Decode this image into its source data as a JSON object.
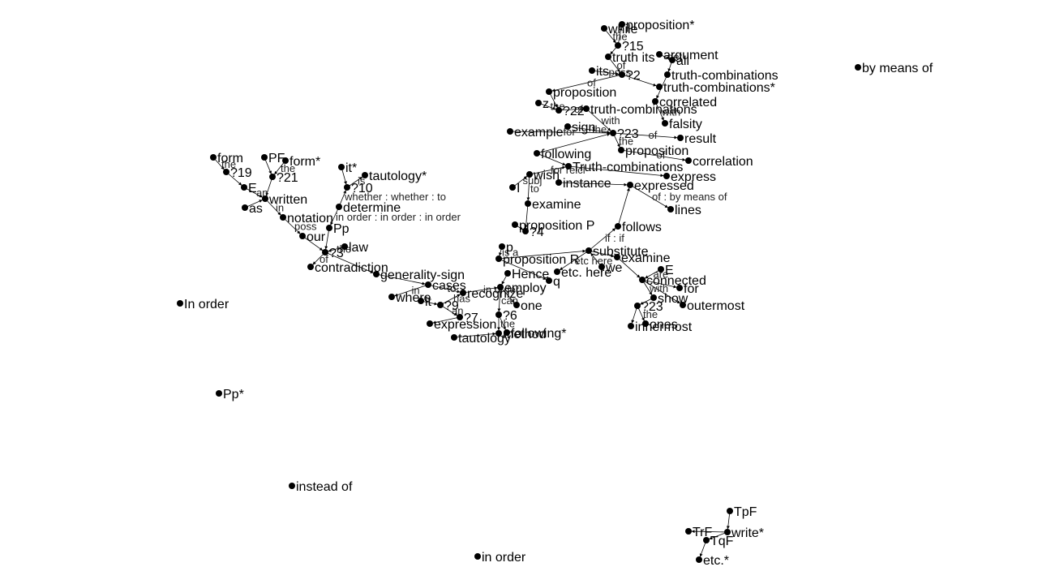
{
  "nodes": [
    {
      "id": "proposition_star",
      "label": "proposition*"
    },
    {
      "id": "while",
      "label": "while"
    },
    {
      "id": "q15",
      "label": "?15"
    },
    {
      "id": "truth_its",
      "label": "truth its"
    },
    {
      "id": "argument",
      "label": "argument"
    },
    {
      "id": "all",
      "label": "all"
    },
    {
      "id": "its",
      "label": "its"
    },
    {
      "id": "q2",
      "label": "?2"
    },
    {
      "id": "truth_combinations_a",
      "label": "truth-combinations"
    },
    {
      "id": "truth_combinations_star",
      "label": "truth-combinations*"
    },
    {
      "id": "proposition_a",
      "label": "proposition"
    },
    {
      "id": "correlated",
      "label": "correlated"
    },
    {
      "id": "z",
      "label": "z"
    },
    {
      "id": "q22",
      "label": "?22"
    },
    {
      "id": "truth_combinations_b",
      "label": "truth-combinations"
    },
    {
      "id": "falsity",
      "label": "falsity"
    },
    {
      "id": "example",
      "label": "example"
    },
    {
      "id": "sign",
      "label": "sign"
    },
    {
      "id": "q23a",
      "label": "?23"
    },
    {
      "id": "result",
      "label": "result"
    },
    {
      "id": "following",
      "label": "following"
    },
    {
      "id": "proposition_b",
      "label": "proposition"
    },
    {
      "id": "correlation",
      "label": "correlation"
    },
    {
      "id": "truth_combinations_c",
      "label": "Truth-combinations"
    },
    {
      "id": "express",
      "label": "express"
    },
    {
      "id": "wish",
      "label": "wish"
    },
    {
      "id": "instance",
      "label": "instance"
    },
    {
      "id": "expressed",
      "label": "expressed"
    },
    {
      "id": "i",
      "label": "I"
    },
    {
      "id": "examine_a",
      "label": "examine"
    },
    {
      "id": "lines",
      "label": "lines"
    },
    {
      "id": "by_means_of",
      "label": "by means of"
    },
    {
      "id": "form",
      "label": "form"
    },
    {
      "id": "pf",
      "label": "PF"
    },
    {
      "id": "form_star",
      "label": "form*"
    },
    {
      "id": "q19",
      "label": "?19"
    },
    {
      "id": "q21",
      "label": "?21"
    },
    {
      "id": "it_star",
      "label": "it*"
    },
    {
      "id": "tautology_star",
      "label": "tautology*"
    },
    {
      "id": "e_a",
      "label": "E"
    },
    {
      "id": "q10",
      "label": "?10"
    },
    {
      "id": "as",
      "label": "as"
    },
    {
      "id": "written",
      "label": "written"
    },
    {
      "id": "determine",
      "label": "determine"
    },
    {
      "id": "notation",
      "label": "notation"
    },
    {
      "id": "our",
      "label": "our"
    },
    {
      "id": "pp",
      "label": "Pp"
    },
    {
      "id": "law",
      "label": "law"
    },
    {
      "id": "q3",
      "label": "?3"
    },
    {
      "id": "contradiction",
      "label": "contradiction"
    },
    {
      "id": "generality_sign",
      "label": "generality-sign"
    },
    {
      "id": "proposition_p",
      "label": "proposition P"
    },
    {
      "id": "q4",
      "label": "?4"
    },
    {
      "id": "follows",
      "label": "follows"
    },
    {
      "id": "p",
      "label": "p"
    },
    {
      "id": "proposition_r",
      "label": "proposition R"
    },
    {
      "id": "substitute",
      "label": "substitute"
    },
    {
      "id": "examine_b",
      "label": "examine"
    },
    {
      "id": "we",
      "label": "we"
    },
    {
      "id": "etc_here",
      "label": "etc. here"
    },
    {
      "id": "hence",
      "label": "Hence"
    },
    {
      "id": "q",
      "label": "q"
    },
    {
      "id": "e_b",
      "label": "E"
    },
    {
      "id": "connected",
      "label": "connected"
    },
    {
      "id": "for",
      "label": "for"
    },
    {
      "id": "cases",
      "label": "cases"
    },
    {
      "id": "recognize",
      "label": "recognize"
    },
    {
      "id": "employ",
      "label": "employ"
    },
    {
      "id": "where",
      "label": "where"
    },
    {
      "id": "it",
      "label": "it"
    },
    {
      "id": "q9",
      "label": "?9"
    },
    {
      "id": "show",
      "label": "show"
    },
    {
      "id": "outermost",
      "label": "outermost"
    },
    {
      "id": "one",
      "label": "one"
    },
    {
      "id": "q23b",
      "label": "?23"
    },
    {
      "id": "q6",
      "label": "?6"
    },
    {
      "id": "q7",
      "label": "?7"
    },
    {
      "id": "ones",
      "label": "ones"
    },
    {
      "id": "innermost",
      "label": "innermost"
    },
    {
      "id": "expression",
      "label": "expression"
    },
    {
      "id": "method",
      "label": "method"
    },
    {
      "id": "following_star",
      "label": "following*"
    },
    {
      "id": "tautology",
      "label": "tautology"
    },
    {
      "id": "in_order_a",
      "label": "In order"
    },
    {
      "id": "pp_star",
      "label": "Pp*"
    },
    {
      "id": "instead_of",
      "label": "instead of"
    },
    {
      "id": "tpf",
      "label": "TpF"
    },
    {
      "id": "trf",
      "label": "TrF"
    },
    {
      "id": "write_star",
      "label": "write*"
    },
    {
      "id": "tqf",
      "label": "TqF"
    },
    {
      "id": "etc_star",
      "label": "etc.*"
    },
    {
      "id": "in_order_b",
      "label": "in order"
    }
  ],
  "edges": [
    {
      "source": "while",
      "target": "q15",
      "label": "the"
    },
    {
      "source": "q15",
      "target": "proposition_star",
      "label": ""
    },
    {
      "source": "q15",
      "target": "truth_its",
      "label": ""
    },
    {
      "source": "truth_its",
      "target": "q2",
      "label": "of"
    },
    {
      "source": "its",
      "target": "q2",
      "label": "poss"
    },
    {
      "source": "argument",
      "target": "all",
      "label": "det"
    },
    {
      "source": "all",
      "target": "truth_combinations_a",
      "label": ""
    },
    {
      "source": "q2",
      "target": "truth_combinations_star",
      "label": ""
    },
    {
      "source": "q2",
      "target": "proposition_a",
      "label": "of"
    },
    {
      "source": "truth_combinations_a",
      "target": "correlated",
      "label": ""
    },
    {
      "source": "z",
      "target": "q22",
      "label": "the"
    },
    {
      "source": "proposition_a",
      "target": "q22",
      "label": ""
    },
    {
      "source": "q22",
      "target": "truth_combinations_b",
      "label": "of"
    },
    {
      "source": "truth_combinations_b",
      "target": "q23a",
      "label": "with"
    },
    {
      "source": "correlated",
      "target": "falsity",
      "label": "with"
    },
    {
      "source": "example",
      "target": "q23a",
      "label": "for"
    },
    {
      "source": "sign",
      "target": "q23a",
      "label": "the"
    },
    {
      "source": "q23a",
      "target": "result",
      "label": "of"
    },
    {
      "source": "q23a",
      "target": "proposition_b",
      "label": "the"
    },
    {
      "source": "following",
      "target": "q23a",
      "label": ""
    },
    {
      "source": "proposition_b",
      "target": "correlation",
      "label": "of"
    },
    {
      "source": "following",
      "target": "truth_combinations_c",
      "label": ""
    },
    {
      "source": "truth_combinations_c",
      "target": "express",
      "label": ""
    },
    {
      "source": "wish",
      "target": "truth_combinations_c",
      "label": "for reicl"
    },
    {
      "source": "i",
      "target": "wish",
      "label": "subj"
    },
    {
      "source": "wish",
      "target": "examine_a",
      "label": "to"
    },
    {
      "source": "instance",
      "target": "expressed",
      "label": ""
    },
    {
      "source": "expressed",
      "target": "lines",
      "label": "of : by means of"
    },
    {
      "source": "examine_a",
      "target": "q4",
      "label": ""
    },
    {
      "source": "proposition_p",
      "target": "q4",
      "label": ""
    },
    {
      "source": "form",
      "target": "q19",
      "label": "the"
    },
    {
      "source": "q19",
      "target": "e_a",
      "label": ""
    },
    {
      "source": "pf",
      "target": "q21",
      "label": ""
    },
    {
      "source": "form_star",
      "target": "q21",
      "label": "the"
    },
    {
      "source": "q21",
      "target": "written",
      "label": ""
    },
    {
      "source": "e_a",
      "target": "written",
      "label": "an"
    },
    {
      "source": "as",
      "target": "written",
      "label": ""
    },
    {
      "source": "written",
      "target": "notation",
      "label": "in"
    },
    {
      "source": "it_star",
      "target": "q10",
      "label": ""
    },
    {
      "source": "q10",
      "target": "tautology_star",
      "label": "is"
    },
    {
      "source": "determine",
      "target": "q10",
      "label": "whether : whether : to"
    },
    {
      "source": "notation",
      "target": "our",
      "label": "poss"
    },
    {
      "source": "determine",
      "target": "pp",
      "label": "in order : in order : in order"
    },
    {
      "source": "our",
      "target": "q3",
      "label": ""
    },
    {
      "source": "pp",
      "target": "q3",
      "label": ""
    },
    {
      "source": "law",
      "target": "q3",
      "label": "the"
    },
    {
      "source": "q3",
      "target": "contradiction",
      "label": "of"
    },
    {
      "source": "q3",
      "target": "generality_sign",
      "label": ""
    },
    {
      "source": "generality_sign",
      "target": "cases",
      "label": ""
    },
    {
      "source": "cases",
      "target": "where",
      "label": "in"
    },
    {
      "source": "cases",
      "target": "recognize",
      "label": "to"
    },
    {
      "source": "recognize",
      "target": "employ",
      "label": "in order"
    },
    {
      "source": "it",
      "target": "q9",
      "label": ""
    },
    {
      "source": "q9",
      "target": "recognize",
      "label": "has"
    },
    {
      "source": "q9",
      "target": "q7",
      "label": "an"
    },
    {
      "source": "q7",
      "target": "expression",
      "label": ""
    },
    {
      "source": "employ",
      "target": "q6",
      "label": "can"
    },
    {
      "source": "q6",
      "target": "method",
      "label": "the"
    },
    {
      "source": "q6",
      "target": "following_star",
      "label": ""
    },
    {
      "source": "tautology",
      "target": "method",
      "label": ""
    },
    {
      "source": "employ",
      "target": "one",
      "label": ""
    },
    {
      "source": "hence",
      "target": "employ",
      "label": ""
    },
    {
      "source": "p",
      "target": "proposition_r",
      "label": "is a"
    },
    {
      "source": "proposition_r",
      "target": "q",
      "label": ""
    },
    {
      "source": "proposition_r",
      "target": "substitute",
      "label": ""
    },
    {
      "source": "substitute",
      "target": "follows",
      "label": "if : if"
    },
    {
      "source": "follows",
      "target": "expressed",
      "label": ""
    },
    {
      "source": "substitute",
      "target": "etc_here",
      "label": "etc here"
    },
    {
      "source": "we",
      "target": "substitute",
      "label": ""
    },
    {
      "source": "substitute",
      "target": "examine_b",
      "label": ""
    },
    {
      "source": "examine_b",
      "target": "connected",
      "label": ""
    },
    {
      "source": "e_b",
      "target": "connected",
      "label": "are"
    },
    {
      "source": "connected",
      "target": "for",
      "label": ""
    },
    {
      "source": "connected",
      "target": "show",
      "label": "with"
    },
    {
      "source": "connected",
      "target": "outermost",
      "label": ""
    },
    {
      "source": "show",
      "target": "q23b",
      "label": ""
    },
    {
      "source": "q23b",
      "target": "innermost",
      "label": ""
    },
    {
      "source": "q23b",
      "target": "ones",
      "label": "the"
    },
    {
      "source": "tpf",
      "target": "write_star",
      "label": ""
    },
    {
      "source": "write_star",
      "target": "trf",
      "label": ""
    },
    {
      "source": "write_star",
      "target": "tqf",
      "label": ""
    },
    {
      "source": "tqf",
      "target": "etc_star",
      "label": ""
    }
  ]
}
